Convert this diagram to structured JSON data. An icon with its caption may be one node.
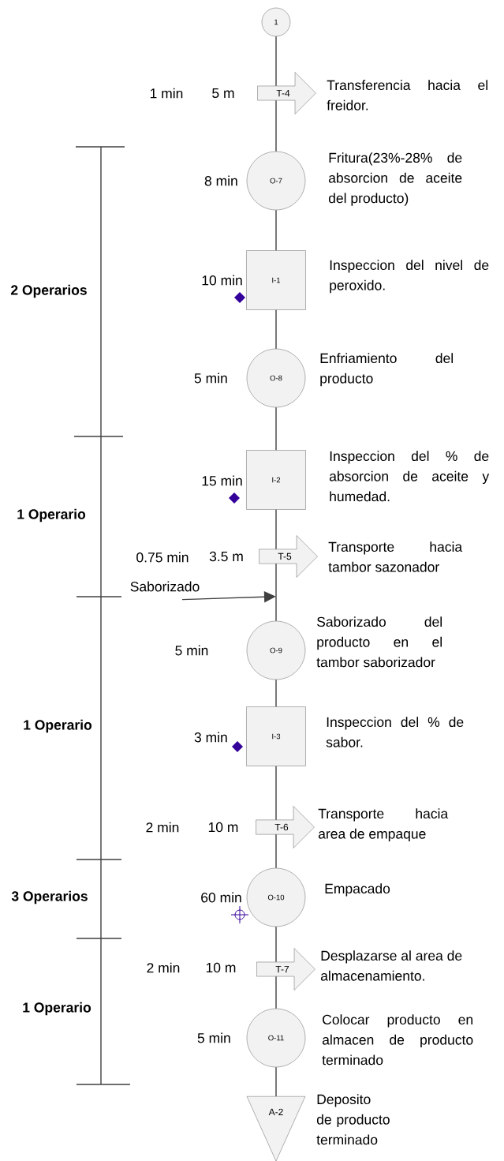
{
  "diagram": {
    "nodes": [
      {
        "text": [
          "1"
        ]
      },
      {
        "text": [
          "T-4"
        ],
        "beside": [
          "1 min",
          "5 m",
          "Transferencia hacia el freidor."
        ]
      },
      {
        "text": [
          "O-7"
        ],
        "beside": [
          "8 min",
          "Fritura(23%-28% de absorcion de aceite del producto)"
        ]
      },
      {
        "text": [
          "I-1"
        ],
        "beside": [
          "10 min",
          "Inspeccion del nivel de peroxido."
        ]
      },
      {
        "text": [
          "O-8"
        ],
        "beside": [
          "5 min",
          "Enfriamiento del producto"
        ]
      },
      {
        "text": [
          "I-2"
        ],
        "beside": [
          "15 min",
          "Inspeccion del % de absorcion de aceite y humedad."
        ]
      },
      {
        "text": [
          "T-5"
        ],
        "beside": [
          "0.75 min",
          "3.5 m",
          "Transporte hacia tambor sazonador"
        ]
      },
      {
        "text": [
          "Saborizado"
        ]
      },
      {
        "text": [
          "O-9"
        ],
        "beside": [
          "5 min",
          "Saborizado del producto en el tambor saborizador"
        ]
      },
      {
        "text": [
          "I-3"
        ],
        "beside": [
          "3 min",
          "Inspeccion del % de sabor."
        ]
      },
      {
        "text": [
          "T-6"
        ],
        "beside": [
          "2 min",
          "10 m",
          "Transporte hacia area de empaque"
        ]
      },
      {
        "text": [
          "O-10"
        ],
        "beside": [
          "60 min",
          "Empacado"
        ]
      },
      {
        "text": [
          "T-7"
        ],
        "beside": [
          "2 min",
          "10 m",
          "Desplazarse al area de almacenamiento."
        ]
      },
      {
        "text": [
          "O-11"
        ],
        "beside": [
          "5 min",
          "Colocar producto en almacen de producto terminado"
        ]
      },
      {
        "text": [
          "A-2"
        ],
        "beside": [
          "Deposito de producto terminado"
        ]
      }
    ],
    "edges": [
      {
        "from": 0,
        "to": 1,
        "arrow": "none"
      },
      {
        "from": 1,
        "to": 2,
        "arrow": "none"
      },
      {
        "from": 2,
        "to": 3,
        "arrow": "none"
      },
      {
        "from": 3,
        "to": 4,
        "arrow": "none"
      },
      {
        "from": 4,
        "to": 5,
        "arrow": "none"
      },
      {
        "from": 5,
        "to": 6,
        "arrow": "none"
      },
      {
        "from": 6,
        "to": 8,
        "arrow": "none"
      },
      {
        "from": 7,
        "to": 8,
        "arrow": "to"
      },
      {
        "from": 8,
        "to": 9,
        "arrow": "none"
      },
      {
        "from": 9,
        "to": 10,
        "arrow": "none"
      },
      {
        "from": 10,
        "to": 11,
        "arrow": "none"
      },
      {
        "from": 11,
        "to": 12,
        "arrow": "none"
      },
      {
        "from": 12,
        "to": 13,
        "arrow": "none"
      },
      {
        "from": 13,
        "to": 14,
        "arrow": "none"
      }
    ],
    "labels": [
      "2 Operarios",
      "1 Operario",
      "1 Operario",
      "3 Operarios",
      "1 Operario"
    ]
  }
}
